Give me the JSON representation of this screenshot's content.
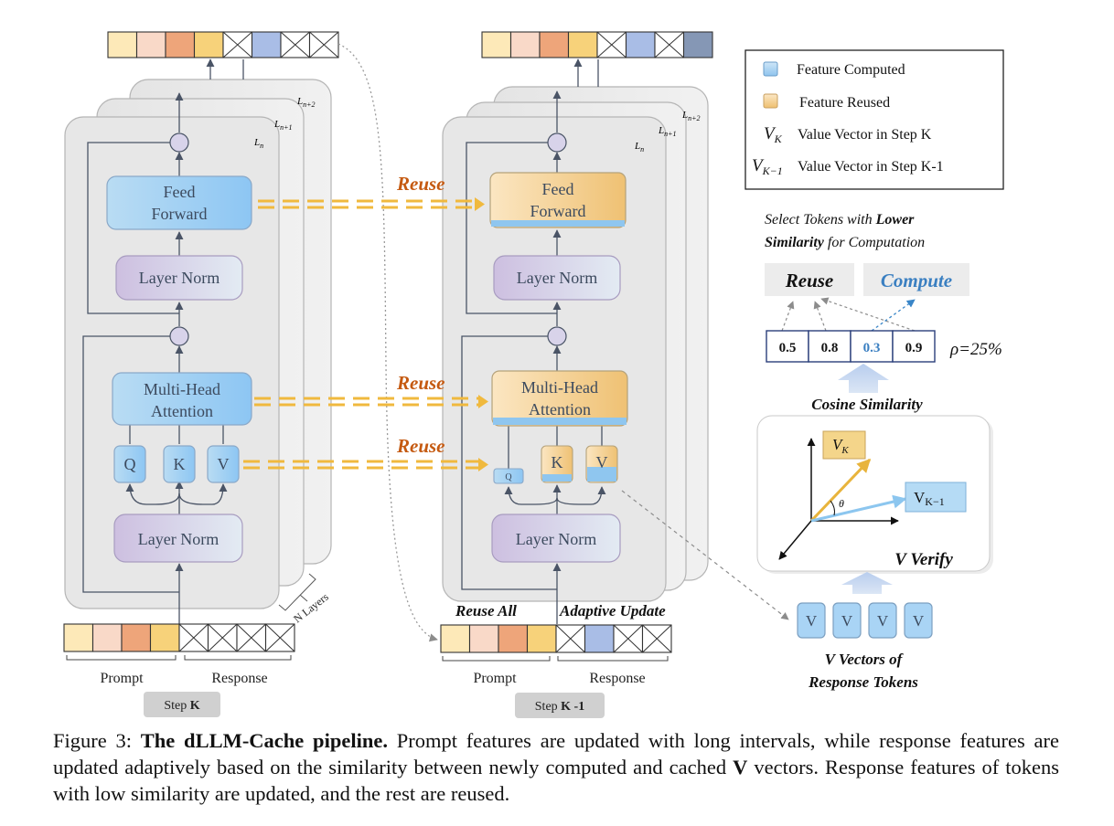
{
  "colors": {
    "computed": "#a9d4f5",
    "reused": "#f1c56b",
    "norm": "#d6cde6",
    "reuse_text": "#c55a11",
    "compute_text": "#3a7fc1",
    "arrow_dash": "#f0b93e",
    "tokens": [
      "#fde9b8",
      "#f9d9c8",
      "#eea57a",
      "#f7d27a"
    ],
    "resp_blue": "#a9bde6",
    "resp_dark": "#8597b5"
  },
  "left": {
    "layer_labels": [
      "L",
      "L",
      "L"
    ],
    "layer_subs": [
      "n",
      "n+1",
      "n+2"
    ],
    "feed_forward": [
      "Feed",
      "Forward"
    ],
    "layer_norm_top": "Layer Norm",
    "mha": [
      "Multi-Head",
      "Attention"
    ],
    "q": "Q",
    "k": "K",
    "v": "V",
    "layer_norm_bottom": "Layer Norm",
    "n_layers": "N  Layers",
    "prompt": "Prompt",
    "response": "Response",
    "step_prefix": "Step ",
    "step_bold": "K"
  },
  "reuse_labels": [
    "Reuse",
    "Reuse",
    "Reuse"
  ],
  "right": {
    "layer_labels": [
      "L",
      "L",
      "L"
    ],
    "layer_subs": [
      "n",
      "n+1",
      "n+2"
    ],
    "feed_forward": [
      "Feed",
      "Forward"
    ],
    "layer_norm_top": "Layer Norm",
    "mha": [
      "Multi-Head",
      "Attention"
    ],
    "q": "Q",
    "k": "K",
    "v": "V",
    "layer_norm_bottom": "Layer Norm",
    "reuse_all": "Reuse All",
    "adaptive_update": "Adaptive Update",
    "prompt": "Prompt",
    "response": "Response",
    "step_prefix": "Step ",
    "step_bold": "K -1"
  },
  "legend": {
    "computed": "Feature Computed",
    "reused": "Feature Reused",
    "vk_sym": "V",
    "vk_sub": "K",
    "vk_text": "Value Vector in Step K",
    "vk1_sym": "V",
    "vk1_sub": "K−1",
    "vk1_text": "Value Vector in Step K-1"
  },
  "select": {
    "line1_plain": "Select Tokens with ",
    "line1_bold": "Lower",
    "line2_bold": "Similarity",
    "line2_plain": " for Computation"
  },
  "panel": {
    "reuse": "Reuse",
    "compute": "Compute",
    "scores": [
      "0.5",
      "0.8",
      "0.3",
      "0.9"
    ],
    "rho": "ρ=25%",
    "cosine": "Cosine Similarity",
    "vk_sym": "V",
    "vk_sub": "K",
    "vk1_sym": "V",
    "vk1_sub": "K−1",
    "theta": "θ",
    "verify": "V Verify",
    "v_vectors": [
      "V",
      "V",
      "V",
      "V"
    ],
    "v_vectors_label": [
      "V Vectors of",
      "Response Tokens"
    ]
  },
  "caption": {
    "figure": "Figure 3: ",
    "title": "The dLLM-Cache pipeline.",
    "body1": " Prompt features are updated with long intervals, while response features are updated adaptively based on the similarity between newly computed and cached ",
    "v": "V",
    "body2": " vectors. Response features of tokens with low similarity are updated, and the rest are reused."
  }
}
